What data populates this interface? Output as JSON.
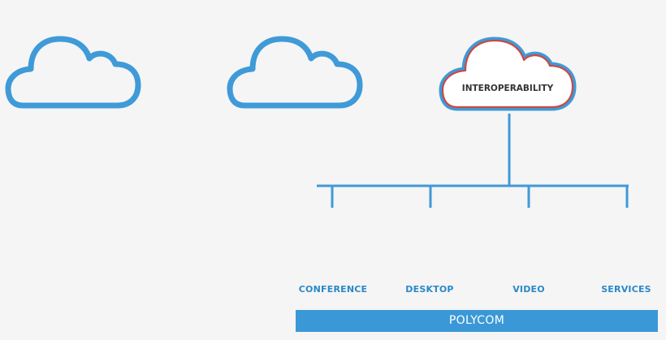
{
  "colors": {
    "cloud_stroke": "#3f9ad8",
    "highlight_stroke": "#c94a44",
    "highlight_fill": "#ffffff",
    "line": "#3f9ad8",
    "label_text": "#2a88c8",
    "bar": "#3b98d6",
    "background": "#f5f5f5"
  },
  "clouds": [
    {
      "icon": "cloud-icon",
      "label": ""
    },
    {
      "icon": "cloud-icon",
      "label": ""
    },
    {
      "icon": "cloud-icon",
      "label": "INTEROPERABILITY"
    }
  ],
  "categories": [
    {
      "label": "CONFERENCE"
    },
    {
      "label": "DESKTOP"
    },
    {
      "label": "VIDEO"
    },
    {
      "label": "SERVICES"
    }
  ],
  "platform": {
    "label": "POLYCOM"
  }
}
